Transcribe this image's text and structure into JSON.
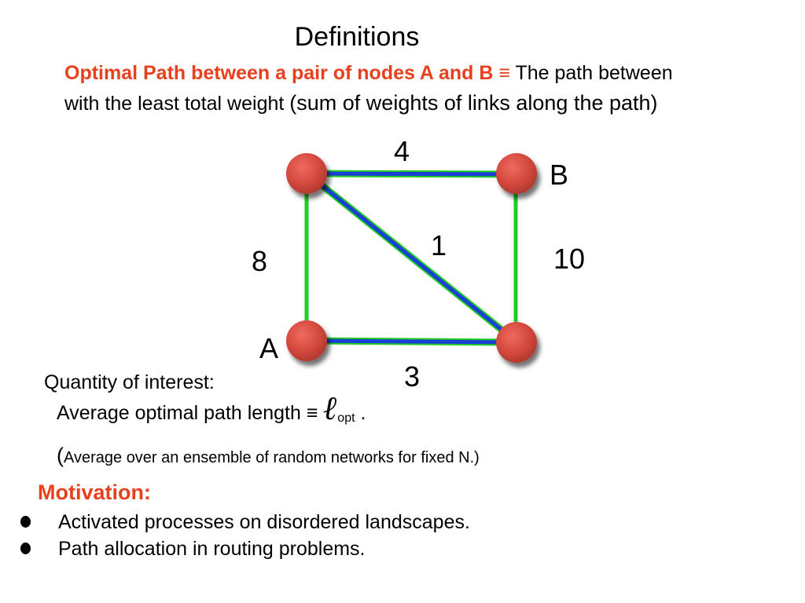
{
  "title": "Definitions",
  "definition": {
    "term": "Optimal Path between a pair of nodes A and B ≡",
    "text_part1": " The path between with the least total weight ",
    "text_part2": "(sum of weights of links along the path)"
  },
  "graph": {
    "nodes": [
      {
        "id": "top-left",
        "label": ""
      },
      {
        "id": "B",
        "label": "B"
      },
      {
        "id": "A",
        "label": "A"
      },
      {
        "id": "bottom-right",
        "label": ""
      }
    ],
    "edges": [
      {
        "from": "top-left",
        "to": "B",
        "weight": "4",
        "color": "#1a3fd6",
        "outline": "#22cc22"
      },
      {
        "from": "top-left",
        "to": "A",
        "weight": "8",
        "color": "#22cc22"
      },
      {
        "from": "B",
        "to": "bottom-right",
        "weight": "10",
        "color": "#22cc22"
      },
      {
        "from": "A",
        "to": "bottom-right",
        "weight": "3",
        "color": "#1a3fd6",
        "outline": "#22cc22"
      },
      {
        "from": "top-left",
        "to": "bottom-right",
        "weight": "1",
        "color": "#1a3fd6",
        "outline": "#22cc22"
      }
    ],
    "node_color": "#d64a3e"
  },
  "quantity_label": "Quantity of interest:",
  "average": {
    "text": "Average optimal path length ≡ ",
    "symbol": "ℓ",
    "subscript": "opt",
    "end": " ."
  },
  "ensemble": {
    "open_paren": "(",
    "text": "Average over an ensemble of random networks for fixed N.)"
  },
  "motivation": {
    "heading": "Motivation:",
    "bullets": [
      "Activated processes on disordered landscapes.",
      "Path allocation in routing problems."
    ]
  },
  "colors": {
    "accent": "#e8401c",
    "link_blue": "#1a3fd6",
    "link_green": "#22cc22",
    "node_red": "#d64a3e"
  }
}
